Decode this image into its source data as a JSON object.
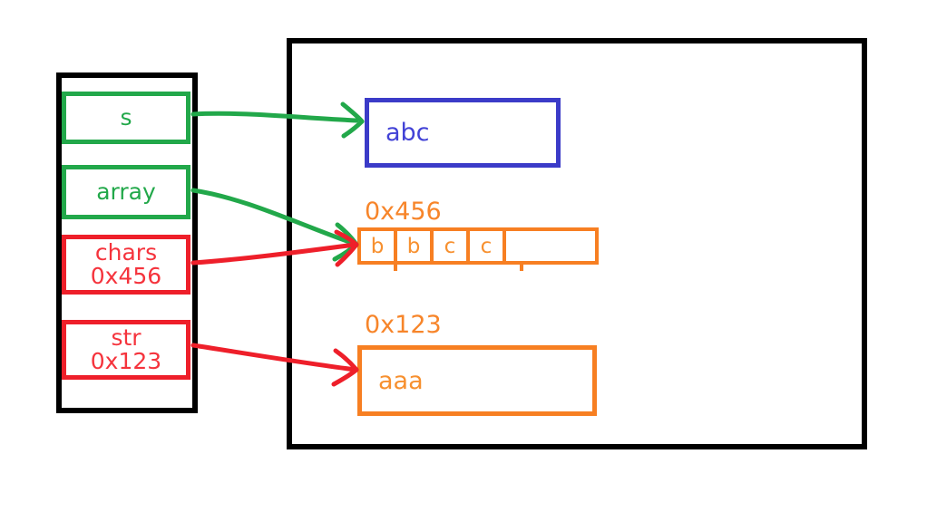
{
  "diagram": {
    "title": "stack and heap memory diagram",
    "colors": {
      "frame": "#000000",
      "reference_green": "#22a84a",
      "pointer_red": "#ee1f2a",
      "string_blue": "#3b3bc8",
      "heap_orange": "#f77f22"
    }
  },
  "stack": {
    "name": "stack-frame",
    "variables": [
      {
        "name": "s",
        "label": "s",
        "address": "",
        "style": "green"
      },
      {
        "name": "array",
        "label": "array",
        "address": "",
        "style": "green"
      },
      {
        "name": "chars",
        "label": "chars",
        "address": "0x456",
        "style": "red"
      },
      {
        "name": "str",
        "label": "str",
        "address": "0x123",
        "style": "red"
      }
    ]
  },
  "heap": {
    "name": "heap-frame",
    "objects": [
      {
        "name": "string-abc",
        "address": "",
        "value": "abc",
        "style": "blue"
      },
      {
        "name": "char-array",
        "address": "0x456",
        "style": "orange",
        "cells": [
          "b",
          "b",
          "c",
          "c",
          ""
        ]
      },
      {
        "name": "string-aaa",
        "address": "0x123",
        "value": "aaa",
        "style": "orange"
      }
    ]
  },
  "arrows": [
    {
      "name": "arrow-s-to-abc",
      "from": "s",
      "to": "string-abc",
      "color": "#22a84a"
    },
    {
      "name": "arrow-array-to-chararray",
      "from": "array",
      "to": "char-array",
      "color": "#22a84a"
    },
    {
      "name": "arrow-chars-to-chararray",
      "from": "chars",
      "to": "char-array",
      "color": "#ee1f2a"
    },
    {
      "name": "arrow-str-to-aaa",
      "from": "str",
      "to": "string-aaa",
      "color": "#ee1f2a"
    }
  ]
}
